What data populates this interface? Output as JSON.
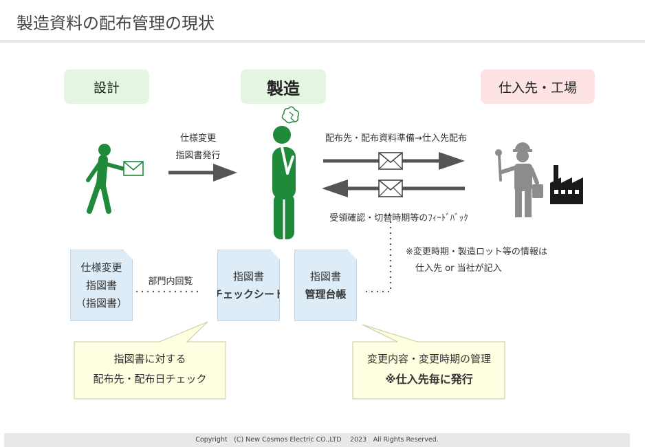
{
  "title": "製造資料の配布管理の現状",
  "roles": {
    "design": "設計",
    "manufacturing": "製造",
    "supplier": "仕入先・工場"
  },
  "arrow_labels": {
    "spec_change": [
      "仕様変更",
      "指図書発行"
    ],
    "to_supplier": "配布先・配布資料準備→仕入先配布",
    "from_supplier": "受領確認・切替時期等のﾌｨｰﾄﾞﾊﾞｯｸ",
    "department_view": "部門内回覧"
  },
  "documents": {
    "spec_doc": [
      "仕様変更",
      "指図書",
      "（指図書）"
    ],
    "check_sheet": {
      "line1": "指図書",
      "line2": "チェックシート"
    },
    "ledger": {
      "line1": "指図書",
      "line2": "管理台帳"
    }
  },
  "note": [
    "※変更時期・製造ロット等の情報は",
    "仕入先 or 当社が記入"
  ],
  "callouts": {
    "left": [
      "指図書に対する",
      "配布先・配布日チェック"
    ],
    "right": {
      "line1": "変更内容・変更時期の管理",
      "line2": "※仕入先毎に発行"
    }
  },
  "footer": "Copyright　(C) New Cosmos Electric CO.,LTD　 2023　All Rights Reserved.",
  "icons": {
    "designer": "person-with-envelope-icon",
    "worker": "thinking-person-icon",
    "supplier_worker": "worker-with-wrench-icon",
    "factory": "factory-icon",
    "mail": "envelope-icon"
  },
  "colors": {
    "person_green": "#1e8a3a",
    "supplier_gray": "#8c8c8c",
    "design_bg": "#e4f5e2",
    "supplier_bg": "#fde3e3",
    "doc_bg": "#ddecf7",
    "callout_bg": "#fefee0",
    "arrow": "#555555"
  }
}
